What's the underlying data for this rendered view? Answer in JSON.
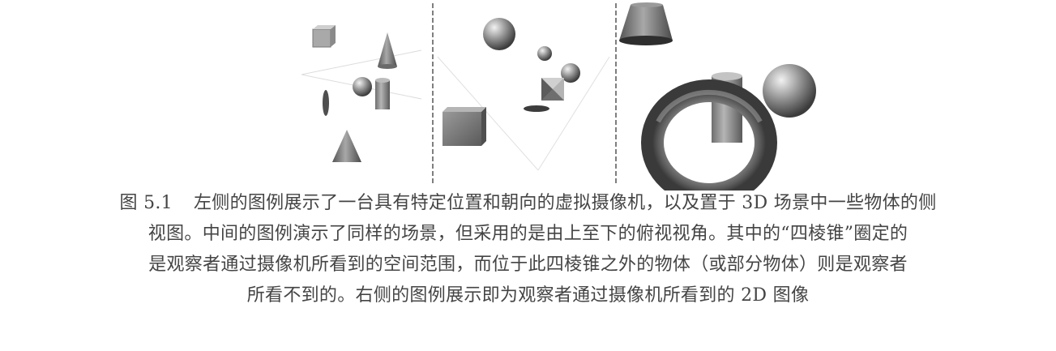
{
  "figure": {
    "panels": [
      {
        "position": "left",
        "content": "side view of a virtual camera and scene objects"
      },
      {
        "position": "middle",
        "content": "top-down view showing the view frustum"
      },
      {
        "position": "right",
        "content": "2D image seen through the camera"
      }
    ]
  },
  "caption": {
    "label": "图 5.1",
    "lines": [
      "左侧的图例展示了一台具有特定位置和朝向的虚拟摄像机，以及置于 3D 场景中一些物体的侧",
      "视图。中间的图例演示了同样的场景，但采用的是由上至下的俯视视角。其中的“四棱锥”圈定的",
      "是观察者通过摄像机所看到的空间范围，而位于此四棱锥之外的物体（或部分物体）则是观察者",
      "所看不到的。右侧的图例展示即为观察者通过摄像机所看到的 2D 图像"
    ]
  },
  "colors": {
    "ink": "#444444",
    "divider": "#555555",
    "shape_dark": "#5a5a5a",
    "shape_mid": "#8a8a8a",
    "shape_light": "#c8c8c8"
  }
}
